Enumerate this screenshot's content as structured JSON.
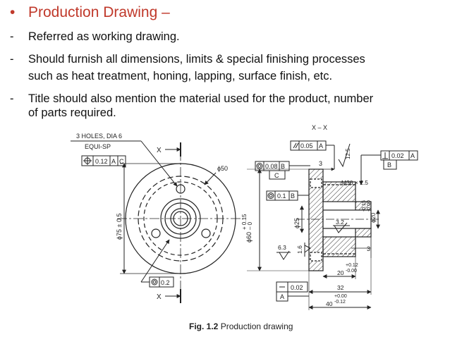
{
  "heading": {
    "bullet": "•",
    "text": "Production Drawing –"
  },
  "bullets": [
    {
      "dash": "-",
      "lines": [
        "Referred as working drawing."
      ]
    },
    {
      "dash": "-",
      "lines": [
        "Should furnish all dimensions, limits & special finishing processes",
        "such as heat treatment, honing, lapping, surface finish, etc."
      ]
    },
    {
      "dash": "-",
      "lines": [
        "Title should also mention the material used for the product, number",
        "of parts required."
      ]
    }
  ],
  "figure": {
    "labels": {
      "holes": "3 HOLES, DIA 6",
      "equi": "EQUI-SP",
      "fcf_pos_tol": "0.12",
      "fcf_pos_a": "A",
      "fcf_pos_c": "C",
      "x_top": "X",
      "x_bottom": "X",
      "dia50": "ϕ50",
      "dia75": "ϕ75 ± 0.5",
      "conc_tol": "0.2",
      "section": "X – X",
      "par_tol": "0.05",
      "par_ref": "A",
      "rough_top": "12.5",
      "perp_tol": "0.02",
      "perp_ref": "A",
      "perp_datum": "B",
      "three_top": "3",
      "runout_tol": "0.08",
      "runout_ref": "B",
      "datum_c": "C",
      "thread": "M30 × 2.5",
      "runout2_tol": "0.1",
      "runout2_ref": "B",
      "dia60": "ϕ60",
      "dia60_tol": "+ 0.15",
      "dia60_tol2": "– 0",
      "dia25": "ϕ25",
      "dia20": "ϕ20",
      "dia20_tol": "-0.15",
      "dia20_tol2": "-0.00",
      "rough_32": "3.2",
      "rough_63": "6.3",
      "rough_16": "1.6",
      "three_right": "3",
      "dim20": "20",
      "dim20_tol": "+0.12",
      "dim20_tol2": "-0.00",
      "flat_tol": "0.02",
      "datum_a": "A",
      "dim32": "32",
      "dim40": "40",
      "dim40_tol": "+0.00",
      "dim40_tol2": "-0.12"
    }
  },
  "caption": {
    "fig": "Fig. 1.2",
    "text": "Production drawing"
  }
}
